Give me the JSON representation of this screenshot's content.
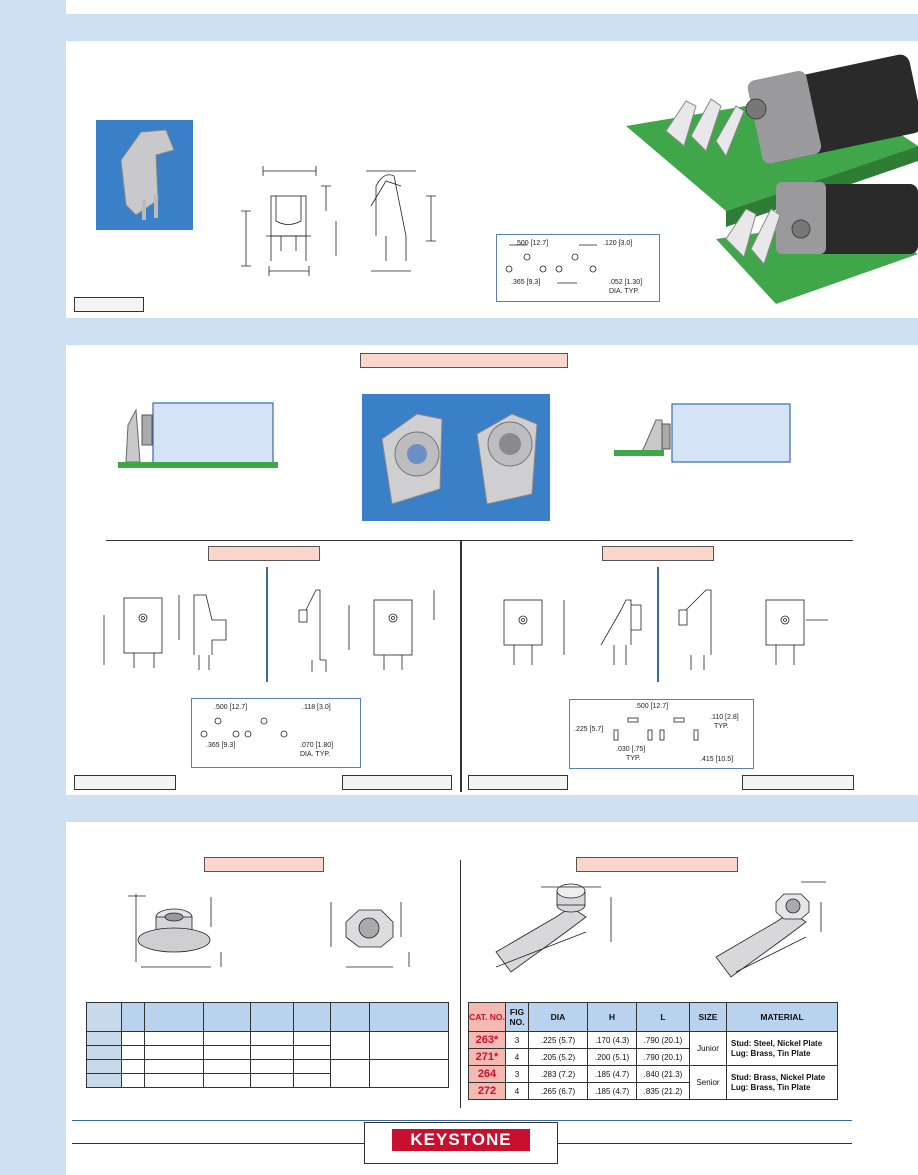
{
  "brand": {
    "logo_text": "KEYSTONE",
    "accent": "#c8102e",
    "background": "#cfe0f3"
  },
  "section1": {
    "footprint": {
      "dim_spacing": ".500 [12.7]",
      "dim_pin": ".120 [3.0]",
      "dim_row": ".365 [9.3]",
      "dim_hole": ".052 [1.30]",
      "dim_hole_note": "DIA. TYP."
    }
  },
  "section2": {
    "footprint_left": {
      "dim_spacing": ".500 [12.7]",
      "dim_pin": ".118 [3.0]",
      "dim_row": ".365 [9.3]",
      "dim_hole": ".070 [1.80]",
      "dim_hole_note": "DIA. TYP."
    },
    "footprint_right": {
      "dim_spacing": ".500 [12.7]",
      "dim_height": ".225 [5.7]",
      "dim_slot": ".110 [2.8]",
      "dim_slot_note": "TYP.",
      "dim_width": ".030 [.75]",
      "dim_width_note": "TYP.",
      "dim_row": ".415 [10.5]"
    }
  },
  "section3": {
    "table": {
      "headers": [
        "CAT. NO.",
        "FIG NO.",
        "DIA",
        "H",
        "L",
        "SIZE",
        "MATERIAL"
      ],
      "rows": [
        {
          "cat": "263*",
          "fig": "3",
          "dia": ".225 (5.7)",
          "h": ".170 (4.3)",
          "l": ".790 (20.1)"
        },
        {
          "cat": "271*",
          "fig": "4",
          "dia": ".205 (5.2)",
          "h": ".200 (5.1)",
          "l": ".790 (20.1)"
        },
        {
          "cat": "264",
          "fig": "3",
          "dia": ".283 (7.2)",
          "h": ".185 (4.7)",
          "l": ".840 (21.3)"
        },
        {
          "cat": "272",
          "fig": "4",
          "dia": ".265 (6.7)",
          "h": ".185 (4.7)",
          "l": ".835 (21.2)"
        }
      ],
      "size_junior": "Junior",
      "size_senior": "Senior",
      "material_junior_1": "Stud: Steel, Nickel Plate",
      "material_junior_2": "Lug: Brass, Tin Plate",
      "material_senior_1": "Stud: Brass, Nickel Plate",
      "material_senior_2": "Lug: Brass, Tin Plate"
    }
  }
}
